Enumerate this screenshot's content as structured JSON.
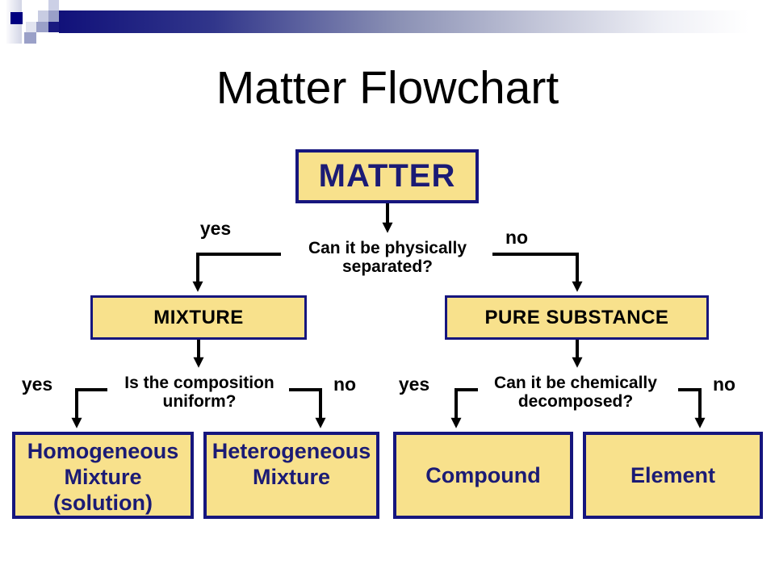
{
  "slide": {
    "title": "Matter Flowchart"
  },
  "flowchart": {
    "root": {
      "label": "MATTER"
    },
    "questions": {
      "physical": {
        "line1": "Can it be physically",
        "line2": "separated?"
      },
      "uniform": {
        "line1": "Is the composition",
        "line2": "uniform?"
      },
      "chemical": {
        "line1": "Can it be chemically",
        "line2": "decomposed?"
      }
    },
    "branch_labels": {
      "q1_yes": "yes",
      "q1_no": "no",
      "q2_yes": "yes",
      "q2_no": "no",
      "q3_yes": "yes",
      "q3_no": "no"
    },
    "nodes": {
      "mixture": {
        "label": "MIXTURE"
      },
      "pure_substance": {
        "label": "PURE SUBSTANCE"
      },
      "homogeneous": {
        "lines": [
          "Homogeneous",
          "Mixture",
          "(solution)"
        ]
      },
      "heterogeneous": {
        "lines": [
          "Heterogeneous",
          "Mixture"
        ]
      },
      "compound": {
        "label": "Compound"
      },
      "element": {
        "label": "Element"
      }
    },
    "colors": {
      "box_fill": "#F8E18C",
      "box_border": "#16167E",
      "navy_text": "#1B1B75",
      "black_text": "#000000",
      "connector": "#000000",
      "header_bar": "#11117A",
      "header_square": "#000080"
    }
  }
}
